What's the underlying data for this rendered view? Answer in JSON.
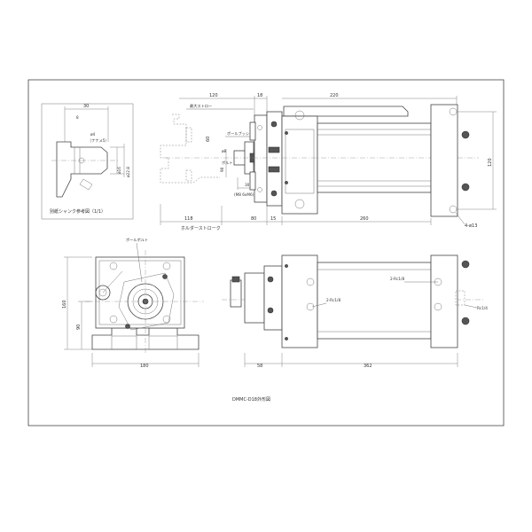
{
  "drawing": {
    "title": "DMMC-D18外形図",
    "shank_box_label": "別紙シャンク参考図（1/1）",
    "top_view": {
      "dim_120": "120",
      "dim_18": "18",
      "dim_220": "220",
      "dim_60": "60",
      "dim_30": "30",
      "dim_90": "90",
      "dim_118": "118",
      "dim_80": "80",
      "dim_15": "15",
      "dim_260": "260",
      "hold_stroke": "ホルダーストローク",
      "stroke_note": "最大ストロー",
      "bolt_note": "ボールブッシュ",
      "label_4_13": "4-ø13",
      "small_note_1": "ø8",
      "small_note_2": "ボルト",
      "nut_note": "(M8 6xM6)"
    },
    "shank": {
      "dim_30": "30",
      "dim_8": "8",
      "phi4": "ø4",
      "thread": "（ナナメ5）",
      "d16": "ø16",
      "d22": "ø22.8"
    },
    "front_view": {
      "dim_160": "160",
      "dim_90": "90",
      "dim_180": "180",
      "pivot_label": "ボールボルト"
    },
    "side_view": {
      "dim_58": "58",
      "dim_362": "362",
      "rc18_a": "2-Rc1/8",
      "rc18_b": "2-Rc1/8",
      "rc14": "Rc1/4"
    }
  }
}
